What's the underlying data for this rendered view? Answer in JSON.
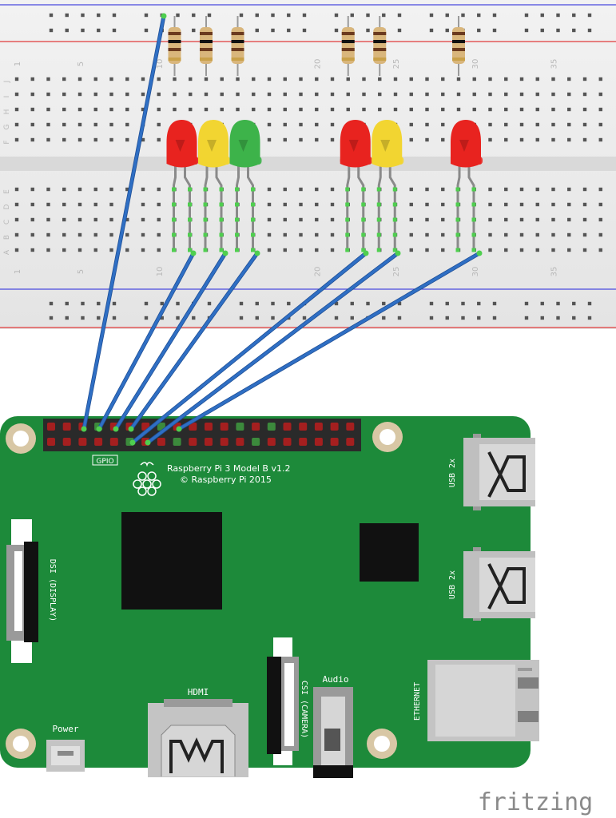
{
  "breadboard": {
    "row_labels_top": [
      "J",
      "I",
      "H",
      "G",
      "F"
    ],
    "row_labels_bottom": [
      "E",
      "D",
      "C",
      "B",
      "A"
    ],
    "column_numbers": [
      "1",
      "5",
      "10",
      "20",
      "25",
      "30",
      "35"
    ]
  },
  "leds": [
    {
      "color": "red",
      "fill": "#e8231f"
    },
    {
      "color": "yellow",
      "fill": "#f2d531"
    },
    {
      "color": "green",
      "fill": "#3db34a"
    },
    {
      "color": "red",
      "fill": "#e8231f"
    },
    {
      "color": "yellow",
      "fill": "#f2d531"
    },
    {
      "color": "red",
      "fill": "#e8231f"
    }
  ],
  "pi": {
    "gpio_label": "GPIO",
    "model_line1": "Raspberry Pi 3 Model B v1.2",
    "model_line2": "© Raspberry Pi 2015",
    "usb1_label": "USB 2x",
    "usb2_label": "USB 2x",
    "ethernet_label": "ETHERNET",
    "dsi_label": "DSI (DISPLAY)",
    "csi_label": "CSI (CAMERA)",
    "hdmi_label": "HDMI",
    "audio_label": "Audio",
    "power_label": "Power"
  },
  "brand": "fritzing",
  "colors": {
    "board_green": "#1d8a3a",
    "wire_blue": "#2f6fc4",
    "breadboard": "#e9e9e9"
  }
}
